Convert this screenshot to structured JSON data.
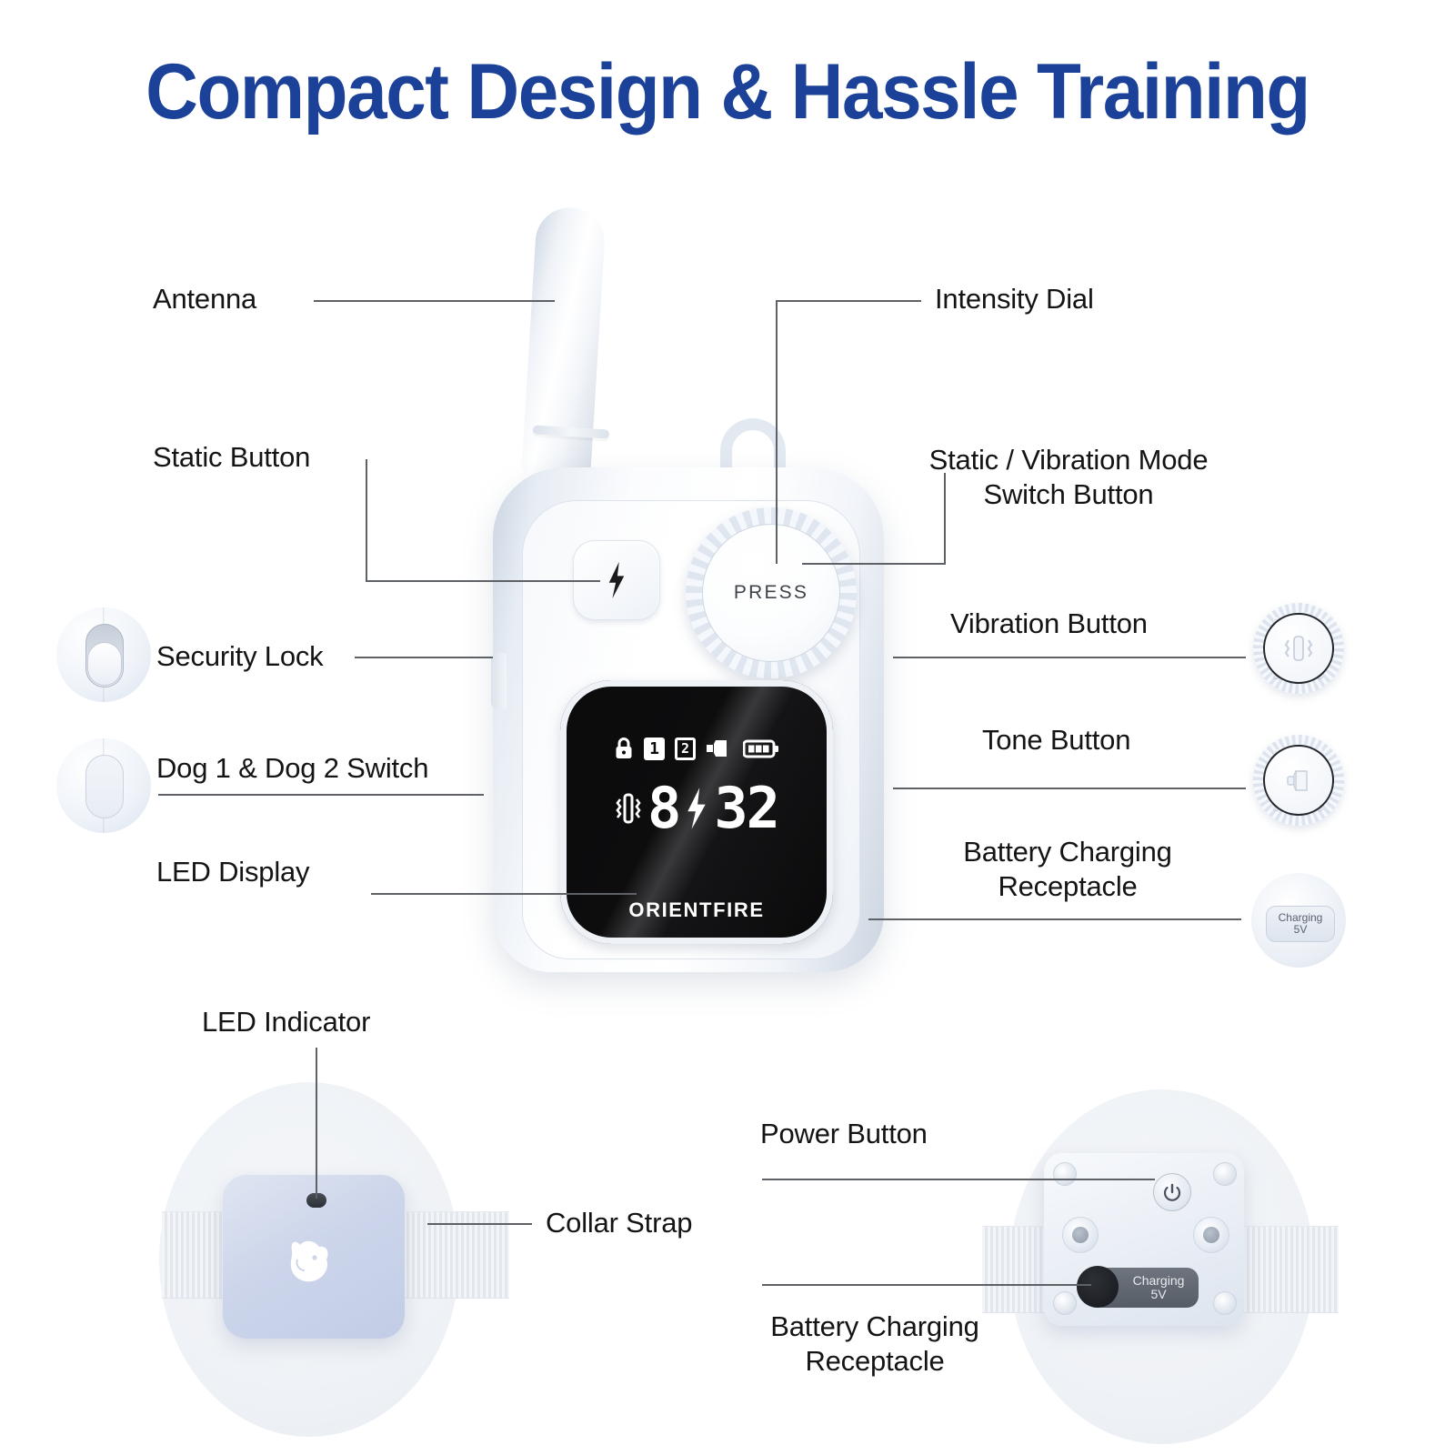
{
  "title": "Compact Design & Hassle Training",
  "theme": {
    "title_color": "#1b4298",
    "label_color": "#141414",
    "leader_line_color": "#5e6166",
    "device_body": "#f1f4f9",
    "screen_bg": "#0b0b0c",
    "collar_body": "#ccd5ea"
  },
  "remote": {
    "brand": "ORIENTFIRE",
    "dial_label": "PRESS",
    "static_button_icon": "lightning-bolt-icon",
    "display": {
      "status_icons": [
        "lock-icon",
        "speaker-icon",
        "battery-icon"
      ],
      "dog_channel_1": "1",
      "dog_channel_2": "2",
      "battery_bars": 3,
      "vibration_icon": "vibration-icon",
      "vibration_level": "8",
      "static_icon": "lightning-bolt-icon",
      "static_level": "32"
    }
  },
  "callouts": {
    "antenna": "Antenna",
    "static_button": "Static Button",
    "security_lock": "Security Lock",
    "dog_switch": "Dog 1 & Dog 2 Switch",
    "led_display": "LED Display",
    "intensity_dial": "Intensity Dial",
    "mode_switch": "Static / Vibration Mode\nSwitch Button",
    "vibration_button": "Vibration Button",
    "tone_button": "Tone Button",
    "battery_receptacle_remote": "Battery Charging\nReceptacle",
    "led_indicator": "LED Indicator",
    "collar_strap": "Collar Strap",
    "power_button": "Power Button",
    "battery_receptacle_collar": "Battery Charging\nReceptacle"
  },
  "thumbnails": {
    "charging_port_line1": "Charging",
    "charging_port_line2": "5V",
    "vibration_button_icon": "vibration-icon",
    "tone_button_icon": "speaker-icon"
  },
  "collar": {
    "logo_icon": "dog-head-icon",
    "led_indicator_icon": "led-dot-icon",
    "power_icon": "power-icon",
    "charging_label_line1": "Charging",
    "charging_label_line2": "5V"
  }
}
